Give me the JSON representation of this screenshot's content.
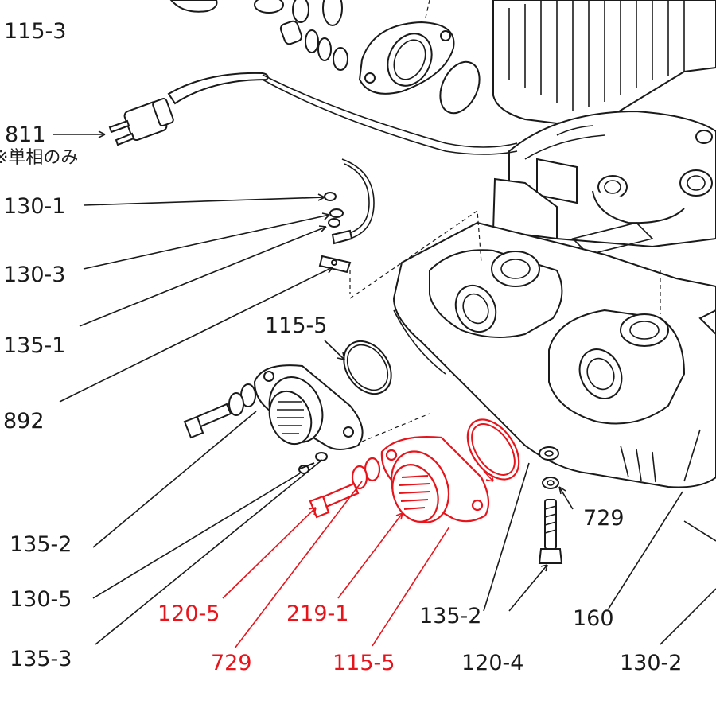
{
  "colors": {
    "highlight": "#e8141c",
    "line": "#1a1a1a",
    "background": "#ffffff"
  },
  "labels": {
    "l_115_3": "115-3",
    "l_811": "811",
    "l_811_note": "※単相のみ",
    "l_130_1": "130-1",
    "l_130_3": "130-3",
    "l_135_1": "135-1",
    "l_892": "892",
    "l_115_5_top": "115-5",
    "l_135_2_left": "135-2",
    "l_130_5": "130-5",
    "l_135_3": "135-3",
    "l_120_5": "120-5",
    "l_729_red": "729",
    "l_219_1": "219-1",
    "l_115_5_red": "115-5",
    "l_135_2_right": "135-2",
    "l_120_4": "120-4",
    "l_729_right": "729",
    "l_160": "160",
    "l_130_2": "130-2"
  },
  "highlighted_parts": [
    "120-5",
    "729",
    "219-1",
    "115-5"
  ]
}
